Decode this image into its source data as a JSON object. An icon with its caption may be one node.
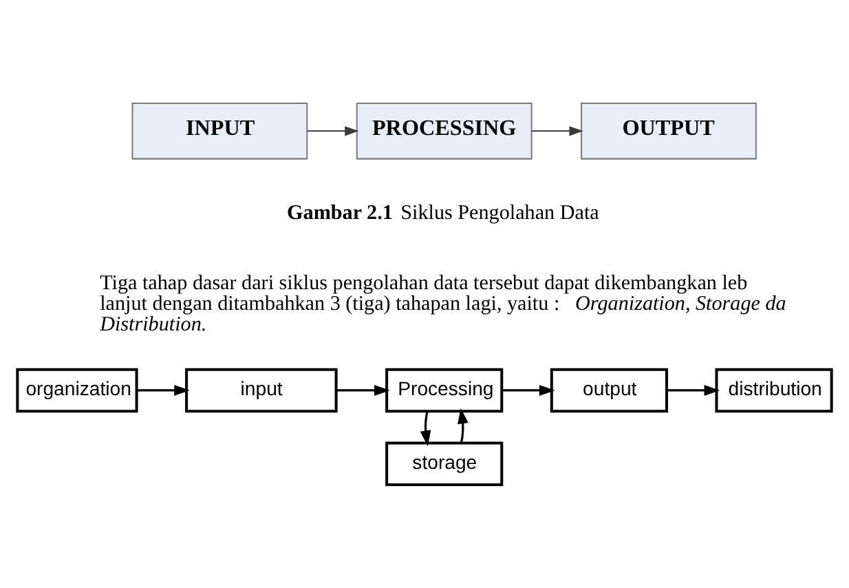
{
  "diagram": {
    "nodes": [
      {
        "text": [
          "INPUT"
        ]
      },
      {
        "text": [
          "PROCESSING"
        ]
      },
      {
        "text": [
          "OUTPUT"
        ]
      },
      {
        "text": [
          "organization"
        ]
      },
      {
        "text": [
          "input"
        ]
      },
      {
        "text": [
          "Processing"
        ]
      },
      {
        "text": [
          "output"
        ]
      },
      {
        "text": [
          "distribution"
        ]
      },
      {
        "text": [
          "storage"
        ]
      }
    ],
    "edges": [
      {
        "from": 0,
        "to": 1,
        "arrow": "to"
      },
      {
        "from": 1,
        "to": 2,
        "arrow": "to"
      },
      {
        "from": 3,
        "to": 4,
        "arrow": "to"
      },
      {
        "from": 4,
        "to": 5,
        "arrow": "to"
      },
      {
        "from": 5,
        "to": 6,
        "arrow": "to"
      },
      {
        "from": 6,
        "to": 7,
        "arrow": "to"
      },
      {
        "from": 5,
        "to": 8,
        "arrow": "to"
      },
      {
        "from": 8,
        "to": 5,
        "arrow": "to"
      }
    ],
    "labels": [
      "**Gambar 2.1** Siklus Pengolahan Data",
      "Tiga tahap dasar dari siklus pengolahan data tersebut dapat dikembangkan leb lanjut dengan ditambahkan 3 (tiga) tahapan lagi, yaitu : *Organization, Storage da Distribution.*"
    ]
  }
}
